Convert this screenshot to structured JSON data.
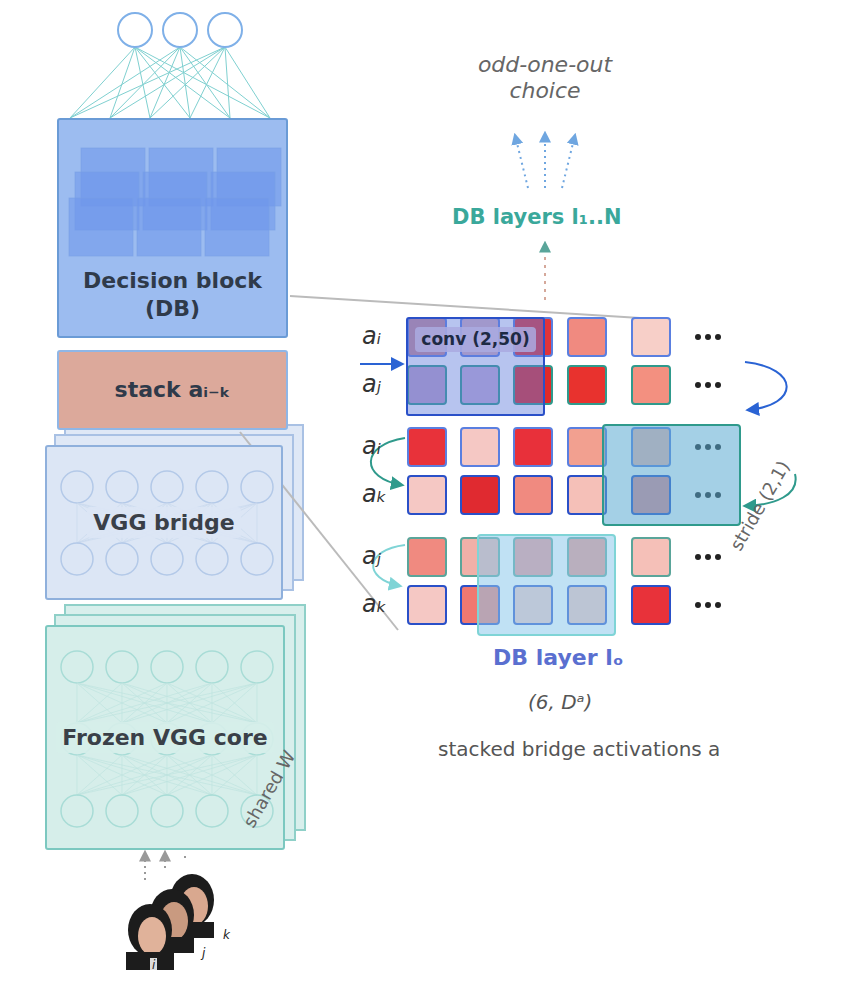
{
  "diagram": {
    "nodes": [
      {
        "text": [
          "Decision block (DB)"
        ]
      },
      {
        "text": [
          "conv (2,50)"
        ]
      },
      {
        "text": [
          "stack aᵢ₋ₖ"
        ]
      },
      {
        "text": [
          "VGG bridge"
        ]
      },
      {
        "text": [
          "Frozen VGG core"
        ]
      }
    ],
    "labels": [
      "odd-one-out choice",
      "DB layers l₁..N",
      "aᵢ",
      "aⱼ",
      "aᵢ",
      "aₖ",
      "aⱼ",
      "aₖ",
      "stride (2,1)",
      "DB layer lₒ",
      "(6, Dᵃ)",
      "stacked bridge activations a",
      "shared W",
      "i",
      "j",
      "k"
    ]
  }
}
